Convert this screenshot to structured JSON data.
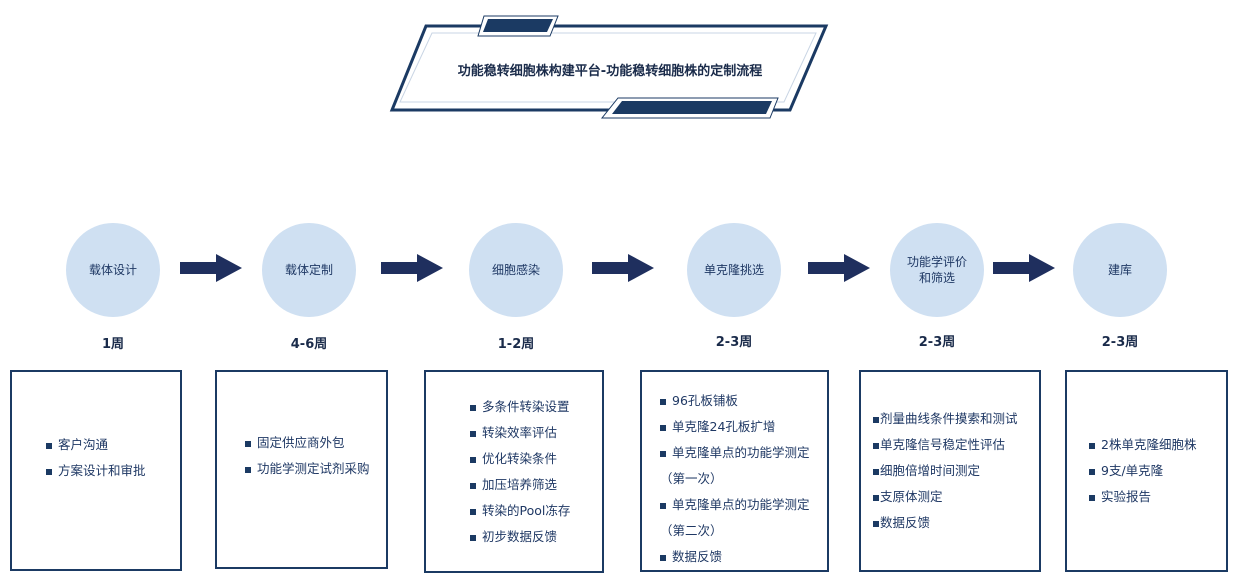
{
  "title": "功能稳转细胞株构建平台-功能稳转细胞株的定制流程",
  "colors": {
    "navy": "#1b3a63",
    "circle": "#cfe0f2",
    "arrow": "#1f2f5e"
  },
  "steps": [
    {
      "name": "载体设计",
      "duration": "1周",
      "items": [
        "客户沟通",
        "方案设计和审批"
      ]
    },
    {
      "name": "载体定制",
      "duration": "4-6周",
      "items": [
        "固定供应商外包",
        "功能学测定试剂采购"
      ]
    },
    {
      "name": "细胞感染",
      "duration": "1-2周",
      "items": [
        "多条件转染设置",
        "转染效率评估",
        "优化转染条件",
        "加压培养筛选",
        "转染的Pool冻存",
        "初步数据反馈"
      ]
    },
    {
      "name": "单克隆挑选",
      "duration": "2-3周",
      "items": [
        "96孔板铺板",
        "单克隆24孔板扩增",
        "单克隆单点的功能学测定（第一次）",
        "单克隆单点的功能学测定（第二次）",
        "数据反馈"
      ]
    },
    {
      "name": "功能学评价和筛选",
      "duration": "2-3周",
      "items": [
        "剂量曲线条件摸索和测试",
        "单克隆信号稳定性评估",
        "细胞倍增时间测定",
        "支原体测定",
        "数据反馈"
      ]
    },
    {
      "name": "建库",
      "duration": "2-3周",
      "items": [
        "2株单克隆细胞株",
        "9支/单克隆",
        "实验报告"
      ]
    }
  ]
}
